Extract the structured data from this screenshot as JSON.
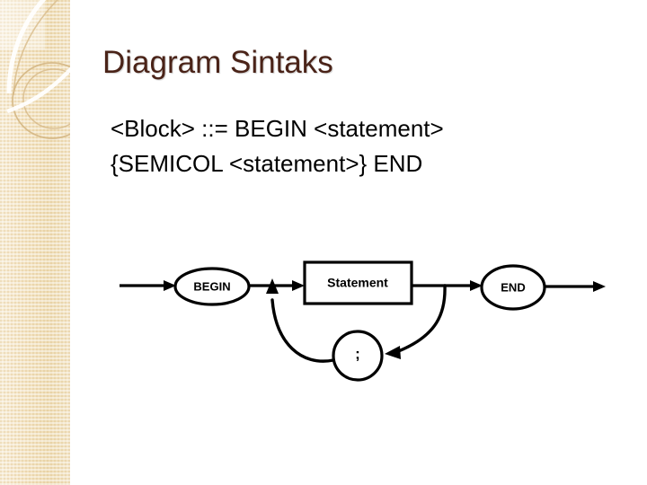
{
  "slide": {
    "title": "Diagram Sintaks",
    "title_color": "#4a2318",
    "background_color": "#ffffff",
    "sidebar_color": "#f1e1bd"
  },
  "body": {
    "grammar_rule": "<Block> ::= BEGIN <statement>\n{SEMICOL <statement>} END",
    "line1": "<Block> ::= BEGIN <statement>",
    "line2": "{SEMICOL <statement>} END"
  },
  "diagram": {
    "type": "railroad-syntax-diagram",
    "nodes": [
      {
        "id": "begin",
        "label": "BEGIN",
        "shape": "ellipse"
      },
      {
        "id": "statement",
        "label": "Statement",
        "shape": "rectangle"
      },
      {
        "id": "semicolon",
        "label": ";",
        "shape": "circle"
      },
      {
        "id": "end",
        "label": "END",
        "shape": "ellipse"
      }
    ]
  }
}
